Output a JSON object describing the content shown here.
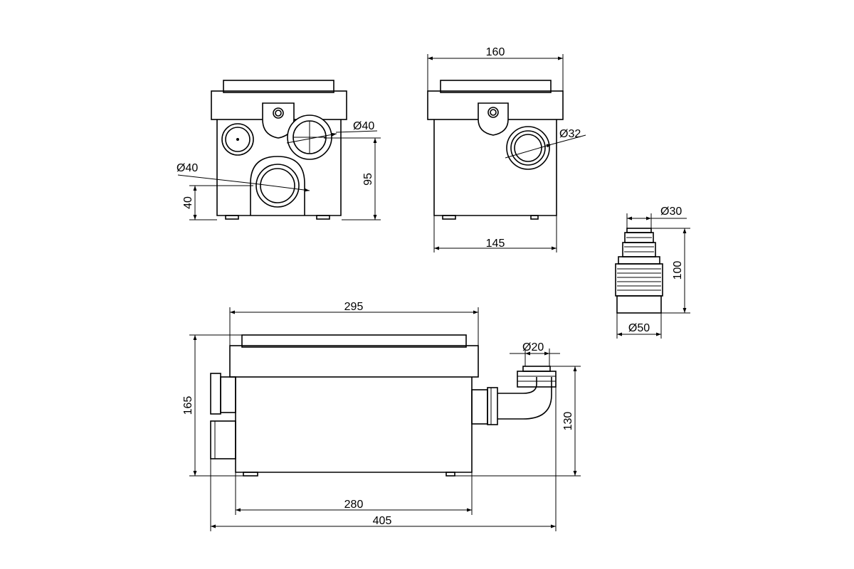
{
  "dimensions": {
    "front": {
      "inlet_top_diameter": "Ø40",
      "inlet_bottom_diameter": "Ø40",
      "inlet_bottom_height": "40",
      "inlet_top_height": "95"
    },
    "side": {
      "top_width": "160",
      "bottom_width": "145",
      "outlet_diameter": "Ø32"
    },
    "adapter": {
      "top_diameter": "Ø30",
      "bottom_diameter": "Ø50",
      "height": "100"
    },
    "plan": {
      "lid_width": "295",
      "body_width": "280",
      "overall_width": "405",
      "overall_height": "165",
      "outlet_height": "130",
      "outlet_diameter": "Ø20"
    }
  }
}
